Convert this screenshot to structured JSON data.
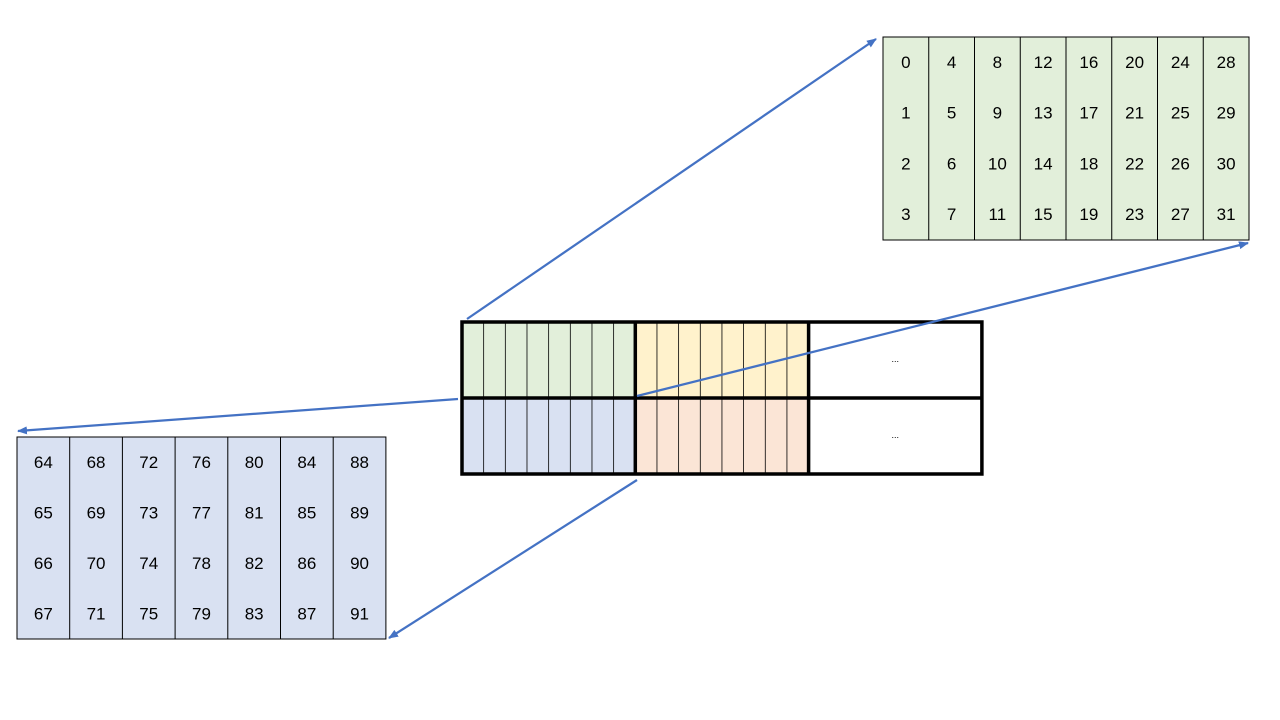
{
  "colors": {
    "green": "#e2efda",
    "yellow": "#fff2cc",
    "blue": "#d9e1f2",
    "orange": "#fbe5d6",
    "white": "#ffffff",
    "arrow": "#4472c4",
    "border": "#000000"
  },
  "center_grid": {
    "blocks": [
      {
        "id": "top-left",
        "color": "green",
        "subcolumns": 8,
        "text": ""
      },
      {
        "id": "top-middle",
        "color": "yellow",
        "subcolumns": 8,
        "text": ""
      },
      {
        "id": "top-right",
        "color": "white",
        "subcolumns": 1,
        "text": "..."
      },
      {
        "id": "bottom-left",
        "color": "blue",
        "subcolumns": 8,
        "text": ""
      },
      {
        "id": "bottom-middle",
        "color": "orange",
        "subcolumns": 8,
        "text": ""
      },
      {
        "id": "bottom-right",
        "color": "white",
        "subcolumns": 1,
        "text": "..."
      }
    ]
  },
  "top_detail_table": {
    "color": "green",
    "rows": [
      [
        "0",
        "4",
        "8",
        "12",
        "16",
        "20",
        "24",
        "28"
      ],
      [
        "1",
        "5",
        "9",
        "13",
        "17",
        "21",
        "25",
        "29"
      ],
      [
        "2",
        "6",
        "10",
        "14",
        "18",
        "22",
        "26",
        "30"
      ],
      [
        "3",
        "7",
        "11",
        "15",
        "19",
        "23",
        "27",
        "31"
      ]
    ]
  },
  "bottom_detail_table": {
    "color": "blue",
    "rows": [
      [
        "64",
        "68",
        "72",
        "76",
        "80",
        "84",
        "88"
      ],
      [
        "65",
        "69",
        "73",
        "77",
        "81",
        "85",
        "89"
      ],
      [
        "66",
        "70",
        "74",
        "78",
        "82",
        "86",
        "90"
      ],
      [
        "67",
        "71",
        "75",
        "79",
        "83",
        "87",
        "91"
      ]
    ]
  }
}
